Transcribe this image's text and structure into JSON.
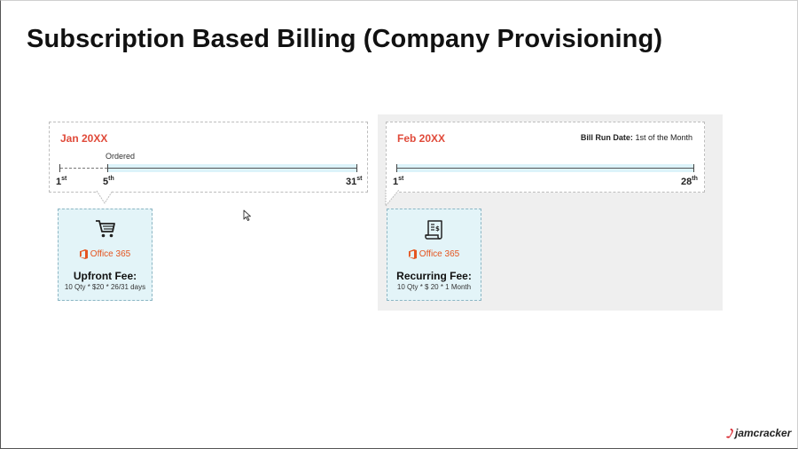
{
  "slide": {
    "title": "Subscription Based Billing (Company Provisioning)"
  },
  "jan_timeline": {
    "month": "Jan 20XX",
    "ordered_label": "Ordered",
    "ticks": [
      {
        "day": "1",
        "suffix": "st"
      },
      {
        "day": "5",
        "suffix": "th"
      },
      {
        "day": "31",
        "suffix": "st"
      }
    ]
  },
  "feb_timeline": {
    "month": "Feb 20XX",
    "bill_run_label": "Bill Run Date:",
    "bill_run_value": "1st of the Month",
    "ticks": [
      {
        "day": "1",
        "suffix": "st"
      },
      {
        "day": "28",
        "suffix": "th"
      }
    ]
  },
  "upfront_card": {
    "icon": "shopping-cart-icon",
    "product": "Office 365",
    "fee_title": "Upfront Fee:",
    "formula": "10 Qty * $20 * 26/31 days"
  },
  "recurring_card": {
    "icon": "invoice-scroll-icon",
    "product": "Office 365",
    "fee_title": "Recurring Fee:",
    "formula": "10 Qty * $ 20 * 1 Month"
  },
  "brand": {
    "name": "jamcracker"
  },
  "colors": {
    "month_red": "#e04a3a",
    "office_orange": "#e5541f",
    "card_fill": "#e3f4f8",
    "bar_fill": "#dcf3fa",
    "panel_gray": "#efefef"
  }
}
